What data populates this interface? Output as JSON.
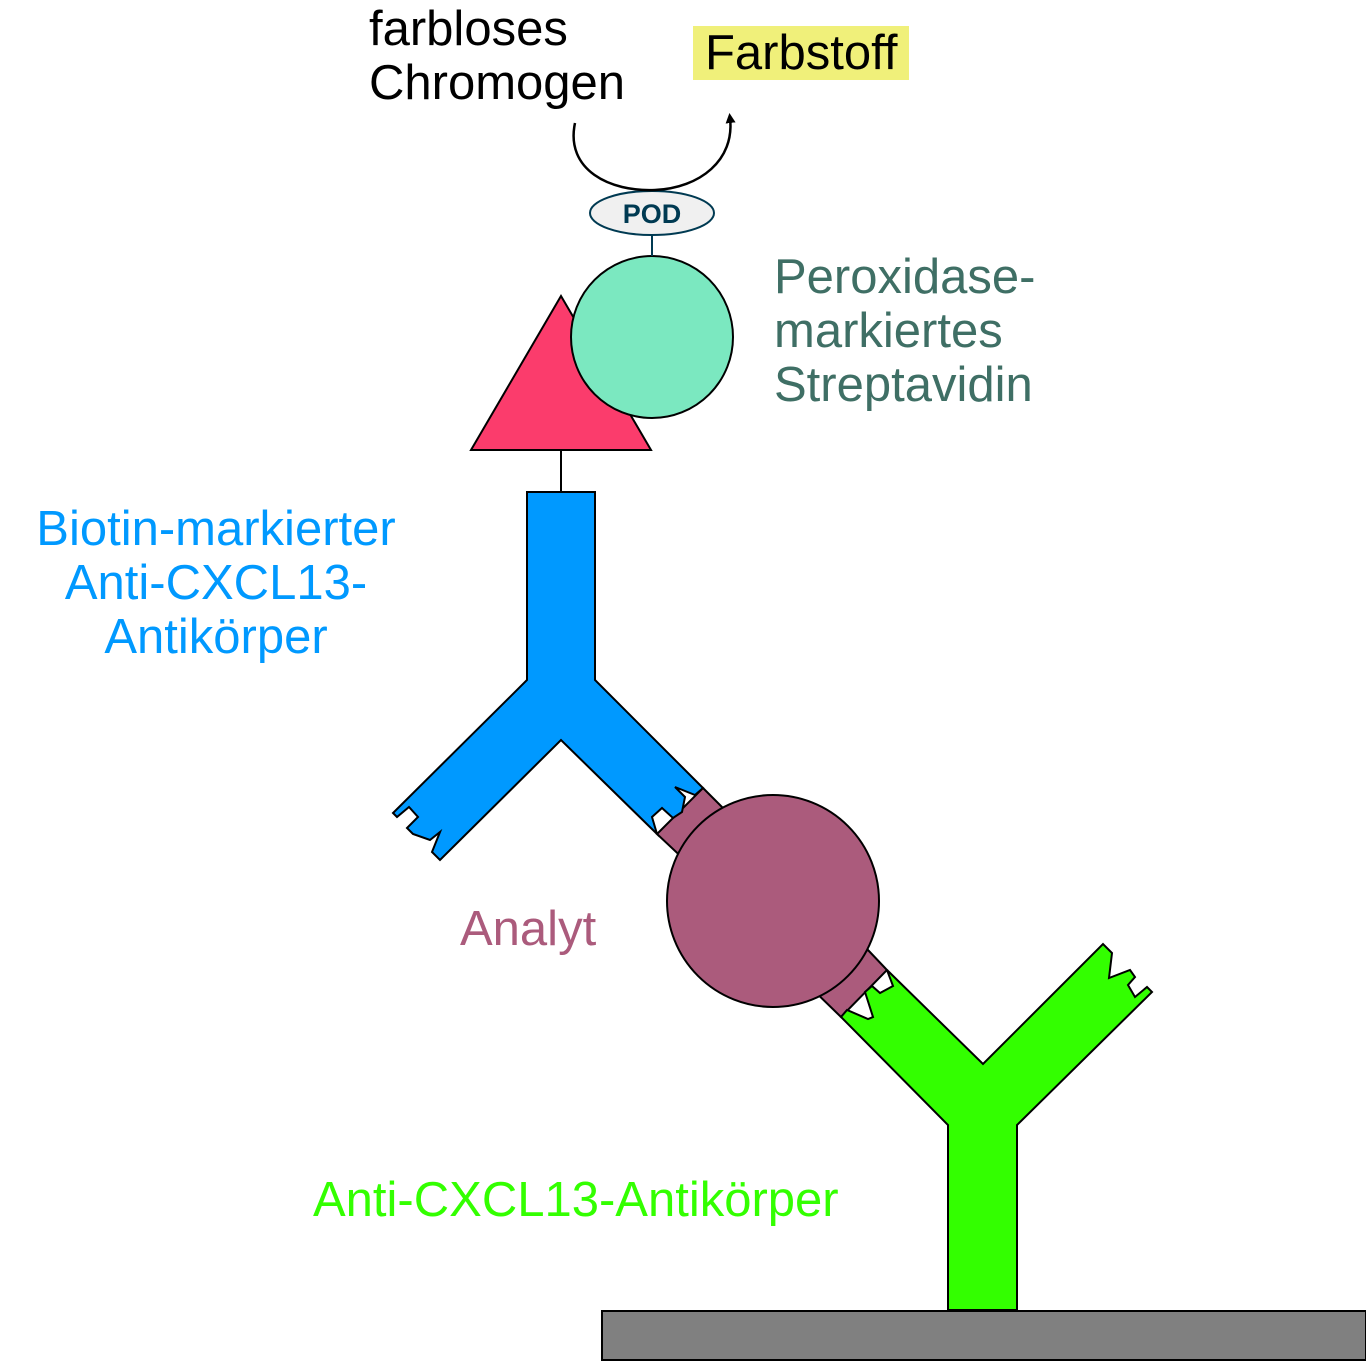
{
  "labels": {
    "chromogen": [
      "farbloses",
      "Chromogen"
    ],
    "dye": "Farbstoff",
    "enzyme": "POD",
    "streptavidin": [
      "Peroxidase-",
      "markiertes",
      "Streptavidin"
    ],
    "detection_antibody": [
      "Biotin-markierter",
      "Anti-CXCL13-",
      "Antikörper"
    ],
    "analyte": "Analyt",
    "capture_antibody": "Anti-CXCL13-Antikörper"
  },
  "colors": {
    "dye_highlight": "#f0f07a",
    "streptavidin": "#7be8c0",
    "streptavidin_text": "#3f6f65",
    "biotin": "#fb3c6c",
    "detection_antibody": "#0099ff",
    "analyte": "#ab5b7c",
    "capture_antibody": "#33ff00",
    "surface": "#808080",
    "pod": "#f0f0f0",
    "pod_text": "#003a52"
  }
}
